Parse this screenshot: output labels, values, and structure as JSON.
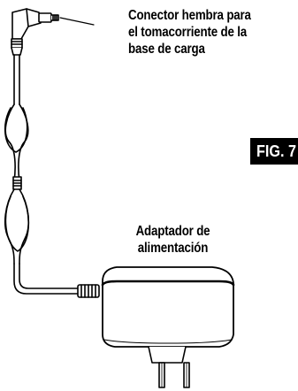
{
  "callouts": {
    "connector": {
      "lines": [
        "Conector hembra para",
        "el tomacorriente de la",
        "base de carga"
      ]
    },
    "adapter": {
      "lines": [
        "Adaptador de",
        "alimentación"
      ]
    }
  },
  "figure": {
    "label": "FIG. 7"
  }
}
